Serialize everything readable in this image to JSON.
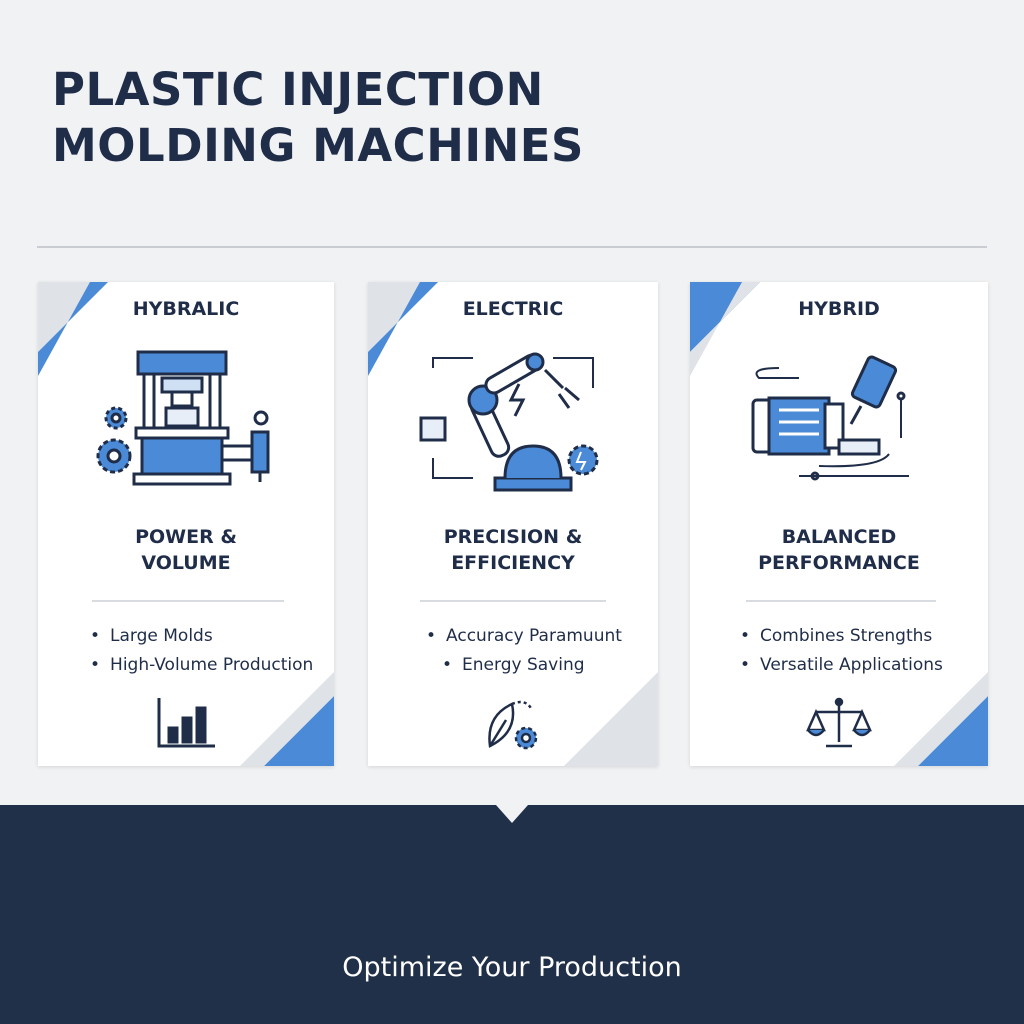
{
  "header": {
    "title_line1": "PLASTIC INJECTION",
    "title_line2": "MOLDING MACHINES"
  },
  "colors": {
    "navy": "#1f2d49",
    "accent_blue": "#4a8ad6",
    "light_grey": "#d8dbe0"
  },
  "cards": [
    {
      "title": "HYBRALIC",
      "illustration": "hydraulic-press-icon",
      "subtitle_line1": "POWER &",
      "subtitle_line2": "VOLUME",
      "bullets": [
        "Large Molds",
        "High-Volume Production"
      ],
      "bottom_icon": "bar-chart-icon"
    },
    {
      "title": "ELECTRIC",
      "illustration": "robotic-arm-icon",
      "subtitle_line1": "PRECISION &",
      "subtitle_line2": "EFFICIENCY",
      "bullets": [
        "Accuracy Paramuunt",
        "Energy Saving"
      ],
      "bottom_icon": "leaf-gear-icon"
    },
    {
      "title": "HYBRID",
      "illustration": "motor-injector-icon",
      "subtitle_line1": "BALANCED",
      "subtitle_line2": "PERFORMANCE",
      "bullets": [
        "Combines Strengths",
        "Versatile Applications"
      ],
      "bottom_icon": "balance-scale-icon"
    }
  ],
  "footer": {
    "tagline": "Optimize Your Production"
  }
}
